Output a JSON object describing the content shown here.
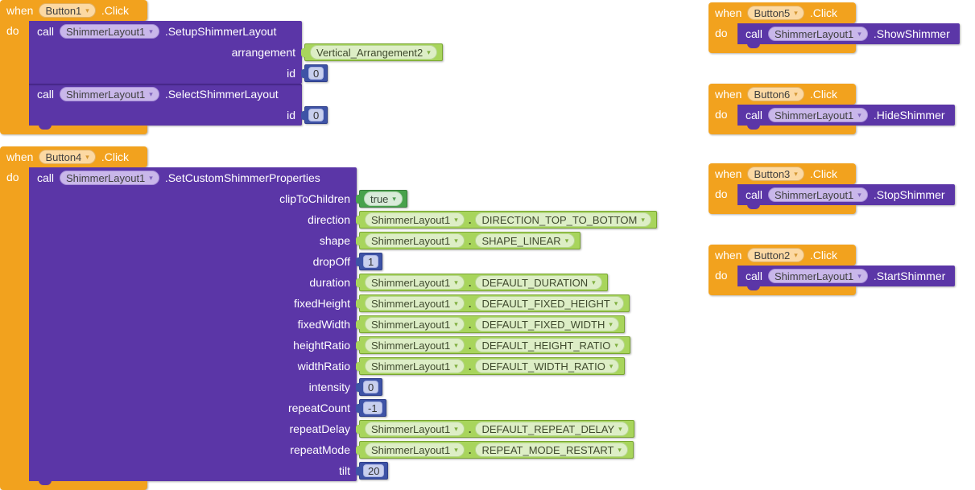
{
  "labels": {
    "when": "when",
    "do": "do",
    "call": "call",
    "click": ".Click",
    "dot": ".",
    "dropdown_arrow": "▾"
  },
  "component": "ShimmerLayout1",
  "colors": {
    "canvas_bg": "#ffffff",
    "event_block": "#f2a21e",
    "method_block": "#5b36a7",
    "getter_block": "#a8d55c",
    "logic_block": "#48a24c",
    "number_block": "#3e53a6"
  },
  "blocks": {
    "b1": {
      "button": "Button1",
      "stmt1": {
        "method": ".SetupShimmerLayout",
        "p1": {
          "name": "arrangement",
          "value": "Vertical_Arrangement2"
        },
        "p2": {
          "name": "id",
          "value": "0"
        }
      },
      "stmt2": {
        "method": ".SelectShimmerLayout",
        "p1": {
          "name": "id",
          "value": "0"
        }
      }
    },
    "b4": {
      "button": "Button4",
      "stmt1": {
        "method": ".SetCustomShimmerProperties",
        "p1": {
          "name": "clipToChildren",
          "value": "true"
        },
        "p2": {
          "name": "direction",
          "const": "DIRECTION_TOP_TO_BOTTOM"
        },
        "p3": {
          "name": "shape",
          "const": "SHAPE_LINEAR"
        },
        "p4": {
          "name": "dropOff",
          "value": "1"
        },
        "p5": {
          "name": "duration",
          "const": "DEFAULT_DURATION"
        },
        "p6": {
          "name": "fixedHeight",
          "const": "DEFAULT_FIXED_HEIGHT"
        },
        "p7": {
          "name": "fixedWidth",
          "const": "DEFAULT_FIXED_WIDTH"
        },
        "p8": {
          "name": "heightRatio",
          "const": "DEFAULT_HEIGHT_RATIO"
        },
        "p9": {
          "name": "widthRatio",
          "const": "DEFAULT_WIDTH_RATIO"
        },
        "p10": {
          "name": "intensity",
          "value": "0"
        },
        "p11": {
          "name": "repeatCount",
          "value": "-1"
        },
        "p12": {
          "name": "repeatDelay",
          "const": "DEFAULT_REPEAT_DELAY"
        },
        "p13": {
          "name": "repeatMode",
          "const": "REPEAT_MODE_RESTART"
        },
        "p14": {
          "name": "tilt",
          "value": "20"
        }
      }
    },
    "b5": {
      "button": "Button5",
      "method": ".ShowShimmer"
    },
    "b6": {
      "button": "Button6",
      "method": ".HideShimmer"
    },
    "b3": {
      "button": "Button3",
      "method": ".StopShimmer"
    },
    "b2": {
      "button": "Button2",
      "method": ".StartShimmer"
    }
  }
}
